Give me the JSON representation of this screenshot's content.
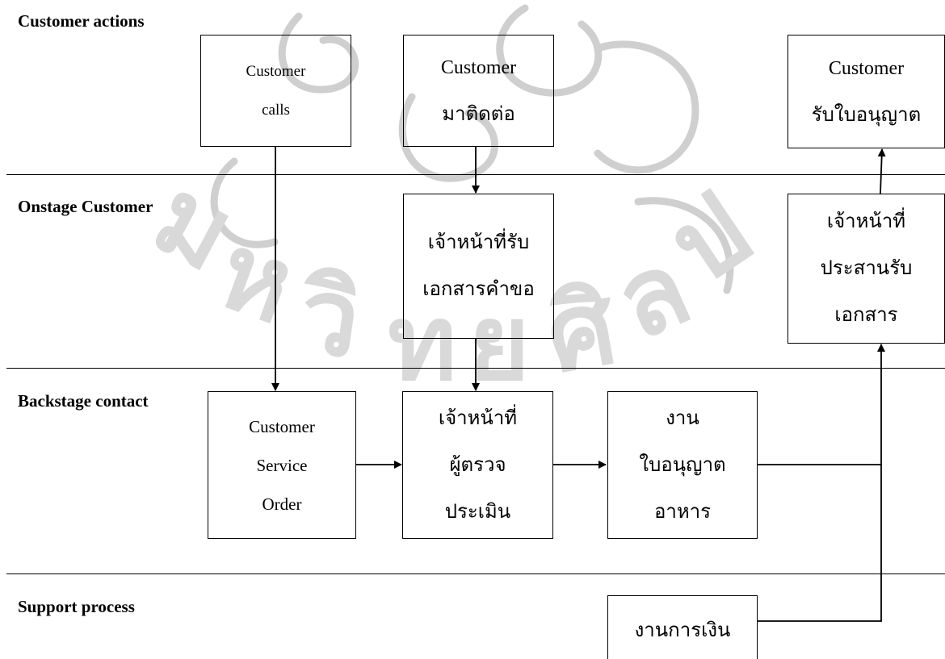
{
  "lanes": [
    {
      "label": "Customer actions"
    },
    {
      "label": "Onstage Customer"
    },
    {
      "label": "Backstage contact"
    },
    {
      "label": "Support process"
    }
  ],
  "boxes": {
    "customer_calls": {
      "lines": [
        "Customer",
        "calls"
      ]
    },
    "customer_contact": {
      "lines": [
        "Customer",
        "มาติดต่อ"
      ]
    },
    "customer_receive_license": {
      "lines": [
        "Customer",
        "รับใบอนุญาต"
      ]
    },
    "officer_receive_request": {
      "lines": [
        "เจ้าหน้าที่รับ",
        "เอกสารคำขอ"
      ]
    },
    "officer_coordinate": {
      "lines": [
        "เจ้าหน้าที่",
        "ประสานรับ",
        "เอกสาร"
      ]
    },
    "customer_service_order": {
      "lines": [
        "Customer",
        "Service",
        "Order"
      ]
    },
    "officer_inspector": {
      "lines": [
        "เจ้าหน้าที่",
        "ผู้ตรวจ",
        "ประเมิน"
      ]
    },
    "food_license_work": {
      "lines": [
        "งาน",
        "ใบอนุญาต",
        "อาหาร"
      ]
    },
    "finance_work": {
      "lines": [
        "งานการเงิน"
      ]
    }
  }
}
